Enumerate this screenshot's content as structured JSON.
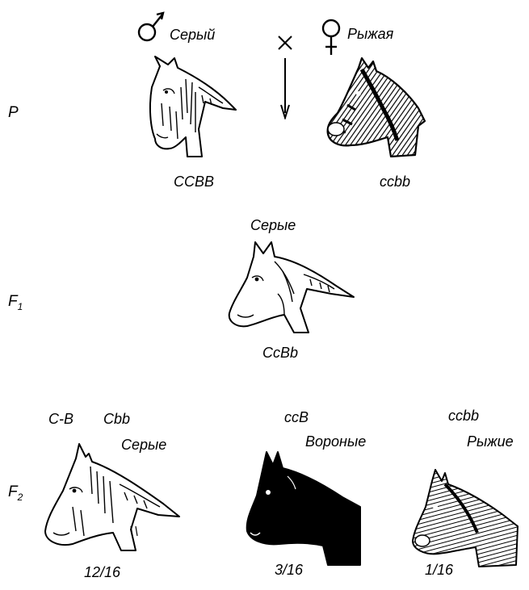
{
  "parents": {
    "male": {
      "symbol": "♂",
      "label": "Серый",
      "genotype": "CCBB"
    },
    "cross": "×",
    "female": {
      "symbol": "♀",
      "label": "Рыжая",
      "genotype": "ccbb"
    }
  },
  "generations": {
    "p": "P",
    "f1": {
      "letter": "F",
      "index": "1"
    },
    "f2": {
      "letter": "F",
      "index": "2"
    }
  },
  "f1": {
    "label": "Серые",
    "genotype": "CcBb"
  },
  "f2": [
    {
      "genotype_a": "C-B",
      "genotype_b": "Cbb",
      "label": "Серые",
      "ratio": "12/16"
    },
    {
      "genotype_a": "ccB",
      "label": "Вороные",
      "ratio": "3/16"
    },
    {
      "genotype_a": "ccbb",
      "label": "Рыжие",
      "ratio": "1/16"
    }
  ],
  "colors": {
    "ink": "#000000",
    "paper": "#ffffff"
  }
}
